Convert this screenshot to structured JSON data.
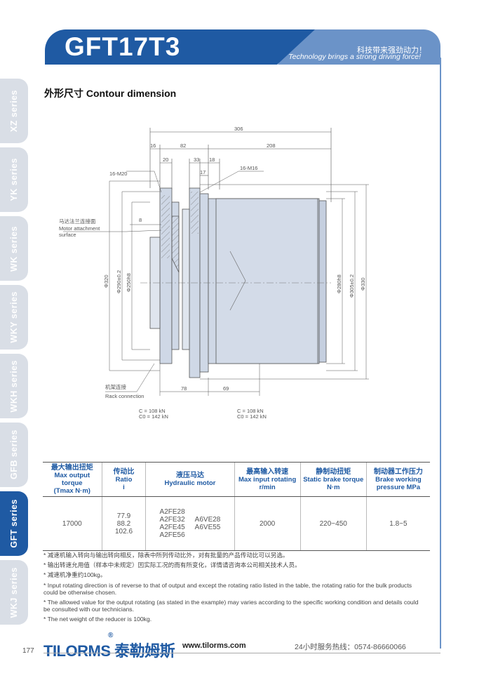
{
  "header": {
    "title": "GFT17T3",
    "slogan_cn": "科技带来强劲动力！",
    "slogan_en": "Technology brings a strong driving force!"
  },
  "section": {
    "title": "外形尺寸  Contour dimension"
  },
  "series_tabs": [
    {
      "label": "XZ series",
      "active": false
    },
    {
      "label": "YK series",
      "active": false
    },
    {
      "label": "WK series",
      "active": false
    },
    {
      "label": "WKY series",
      "active": false
    },
    {
      "label": "WKH series",
      "active": false
    },
    {
      "label": "GFB series",
      "active": false
    },
    {
      "label": "GFT series",
      "active": true
    },
    {
      "label": "WKJ series",
      "active": false
    }
  ],
  "drawing": {
    "dim_306": "306",
    "dim_16": "16",
    "dim_82": "82",
    "dim_208": "208",
    "dim_20": "20",
    "dim_33": "33",
    "dim_18": "18",
    "dim_17": "17",
    "hole_left": "16-M20",
    "hole_right": "16-M16",
    "dim_8": "8",
    "motor_surface_cn": "马达法兰连接面",
    "motor_surface_en1": "Motor attachment",
    "motor_surface_en2": "surface",
    "d320": "Φ320",
    "d290": "Φ290±0.2",
    "d250": "Φ250h8",
    "d280": "Φ280h8",
    "d305": "Φ305±0.2",
    "d330": "Φ330",
    "rack_cn": "机架连接",
    "rack_en": "Rack connection",
    "dim_78": "78",
    "dim_69": "69",
    "load_left_c": "C   = 108 kN",
    "load_left_c0": "C0 = 142 kN",
    "load_right_c": "C   = 108 kN",
    "load_right_c0": "C0 = 142 kN"
  },
  "table": {
    "headers": [
      {
        "cn": "最大输出扭矩",
        "en": "Max output torque",
        "en2": "(Tmax N·m)"
      },
      {
        "cn": "传动比",
        "en": "Ratio",
        "en2": "i"
      },
      {
        "cn": "液压马达",
        "en": "Hydraulic motor",
        "en2": ""
      },
      {
        "cn": "最高输入转速",
        "en": "Max input rotating",
        "en2": "r/min"
      },
      {
        "cn": "静制动扭矩",
        "en": "Static brake torque",
        "en2": "N·m"
      },
      {
        "cn": "制动器工作压力",
        "en": "Brake working",
        "en2": "pressure MPa"
      }
    ],
    "row": {
      "torque": "17000",
      "ratio_1": "77.9",
      "ratio_2": "88.2",
      "ratio_3": "102.6",
      "motor_a1": "A2FE28",
      "motor_a2": "A2FE32",
      "motor_a3": "A2FE45",
      "motor_a4": "A2FE56",
      "motor_b1": "A6VE28",
      "motor_b2": "A6VE55",
      "speed": "2000",
      "brake_torque": "220~450",
      "brake_pressure": "1.8~5"
    }
  },
  "notes": [
    "* 减速机输入转向与输出转向相反，除表中所列传动比外，对有批量的产品传动比可以另选。",
    "* 输出转速允用值（样本中未规定）因实际工况的而有所变化，详情请咨询本公司相关技术人员。",
    "* 减速机净重约100kg。",
    "* Input rotating direction is of reverse to that of output and except the rotating ratio listed in the table, the rotating ratio for the bulk products could be otherwise chosen.",
    "* The allowed value for the output rotating (as stated in the example) may varies according to the specific working condition and details could be consulted with our technicians.",
    "* The net weight of the reducer is 100kg."
  ],
  "footer": {
    "page": "177",
    "logo_text": "TILORMS 泰勒姆斯",
    "reg": "®",
    "website": "www.tilorms.com",
    "hotline": "24小时服务热线：0574-86660066"
  },
  "colors": {
    "brand": "#1f5aa3",
    "brand_light": "#6b93c8",
    "tab_inactive": "#d9dee6"
  }
}
